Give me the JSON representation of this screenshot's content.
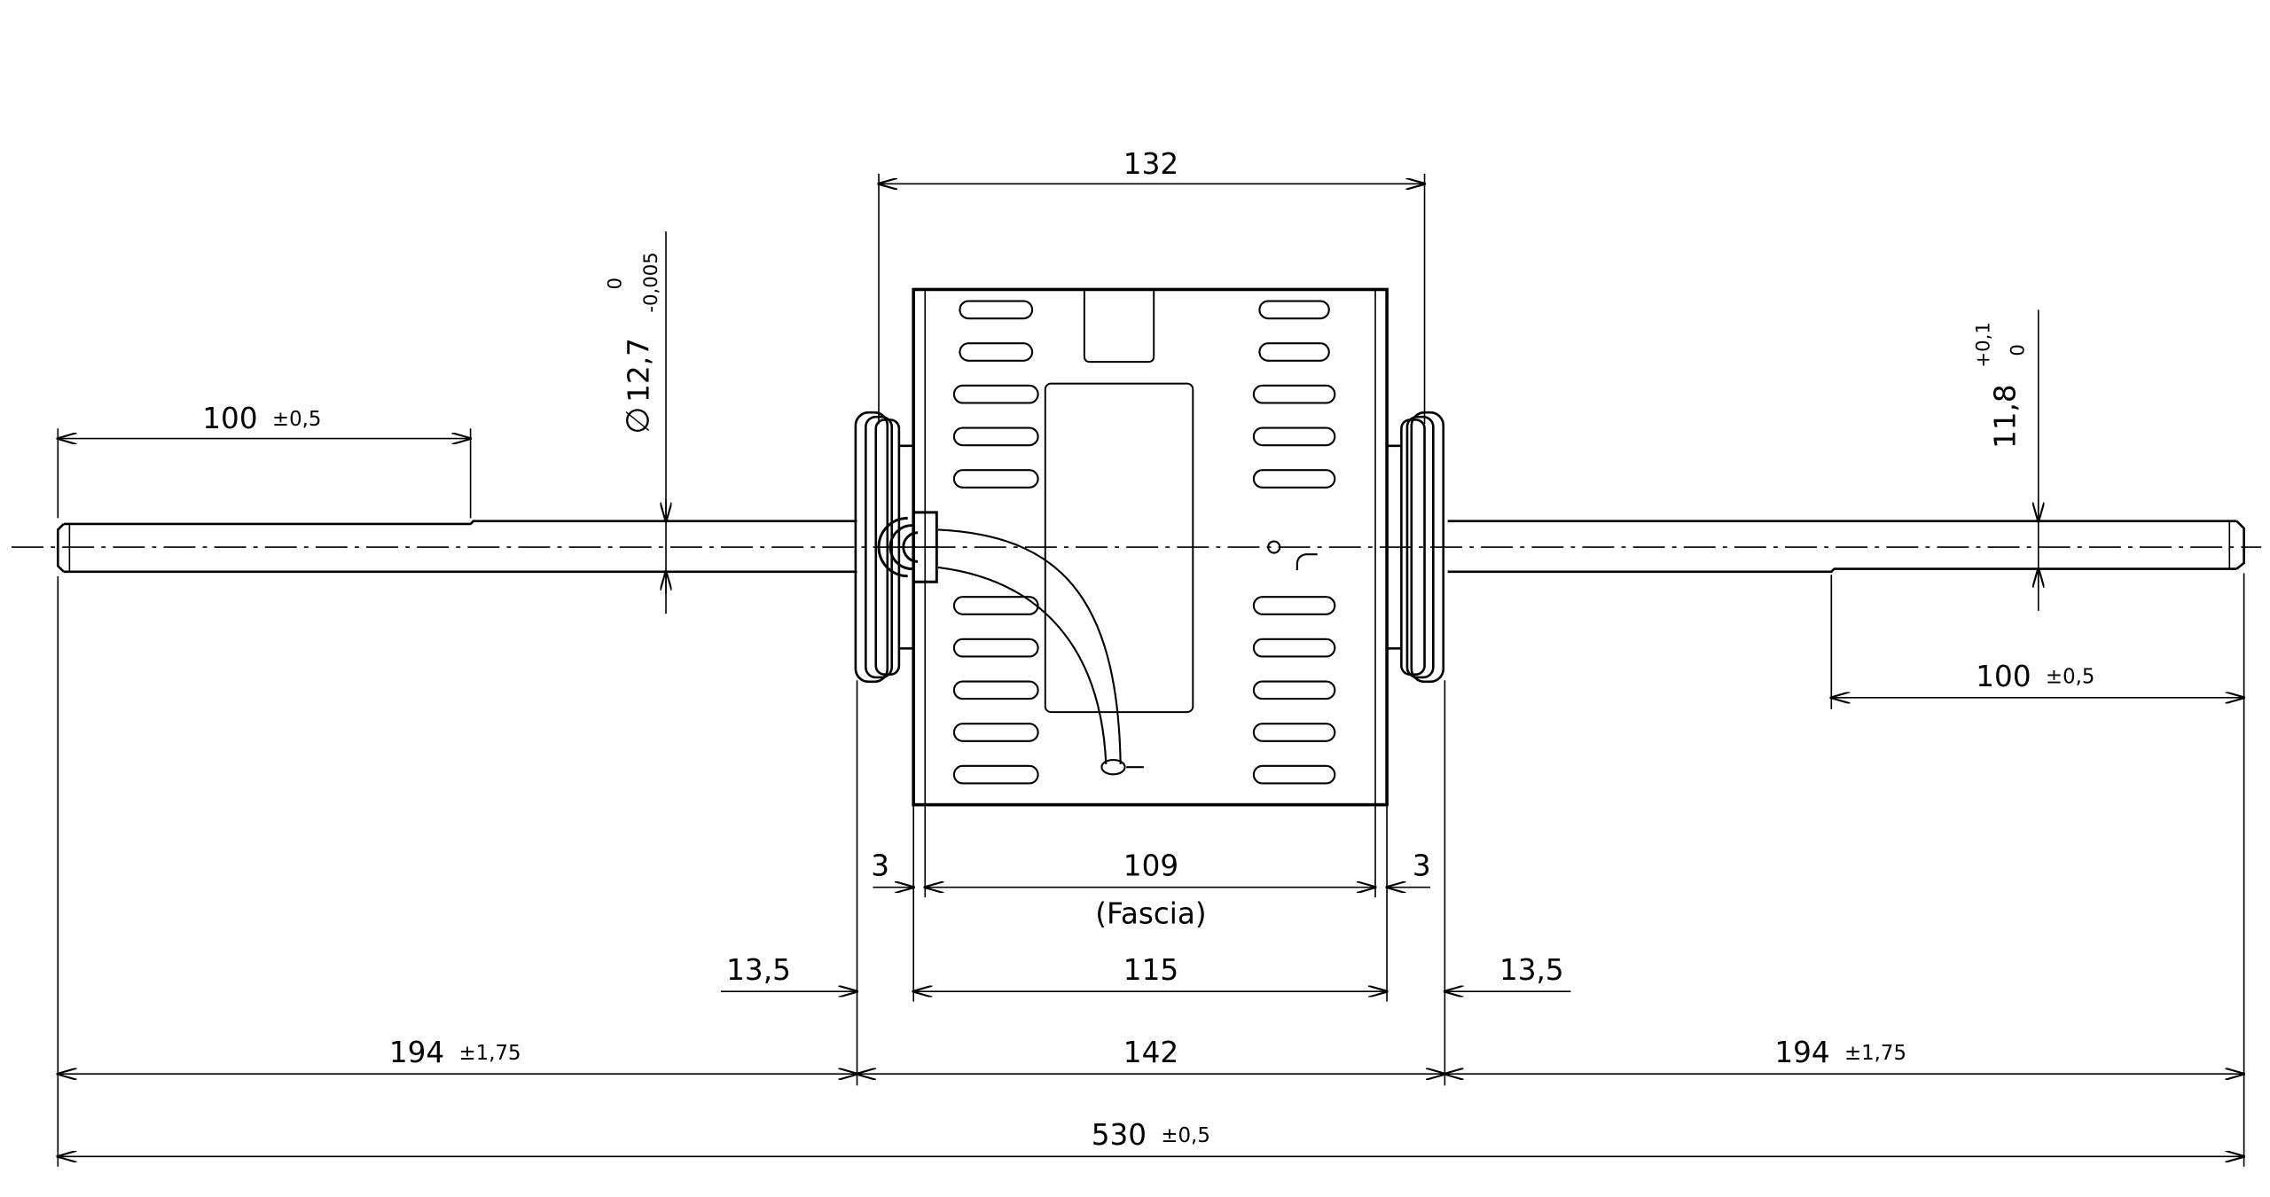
{
  "colors": {
    "line": "#000000",
    "background": "#ffffff"
  },
  "dimensions": {
    "top_overall": "132",
    "shaft_left_length": "100",
    "shaft_left_length_tol": "±0,5",
    "shaft_diameter_symbol": "∅",
    "shaft_diameter": "12,7",
    "shaft_diameter_tol_upper": "0",
    "shaft_diameter_tol_lower": "-0,005",
    "flat_dimension": "11,8",
    "flat_tol_upper": "+0,1",
    "flat_tol_lower": "0",
    "shaft_right_length": "100",
    "shaft_right_length_tol": "±0,5",
    "gap_left": "3",
    "gap_right": "3",
    "fascia_width": "109",
    "fascia_label": "(Fascia)",
    "hub_left": "13,5",
    "hub_right": "13,5",
    "body_width": "115",
    "left_shaft_total": "194",
    "left_shaft_total_tol": "±1,75",
    "center_width": "142",
    "right_shaft_total": "194",
    "right_shaft_total_tol": "±1,75",
    "overall_length": "530",
    "overall_length_tol": "±0,5"
  }
}
